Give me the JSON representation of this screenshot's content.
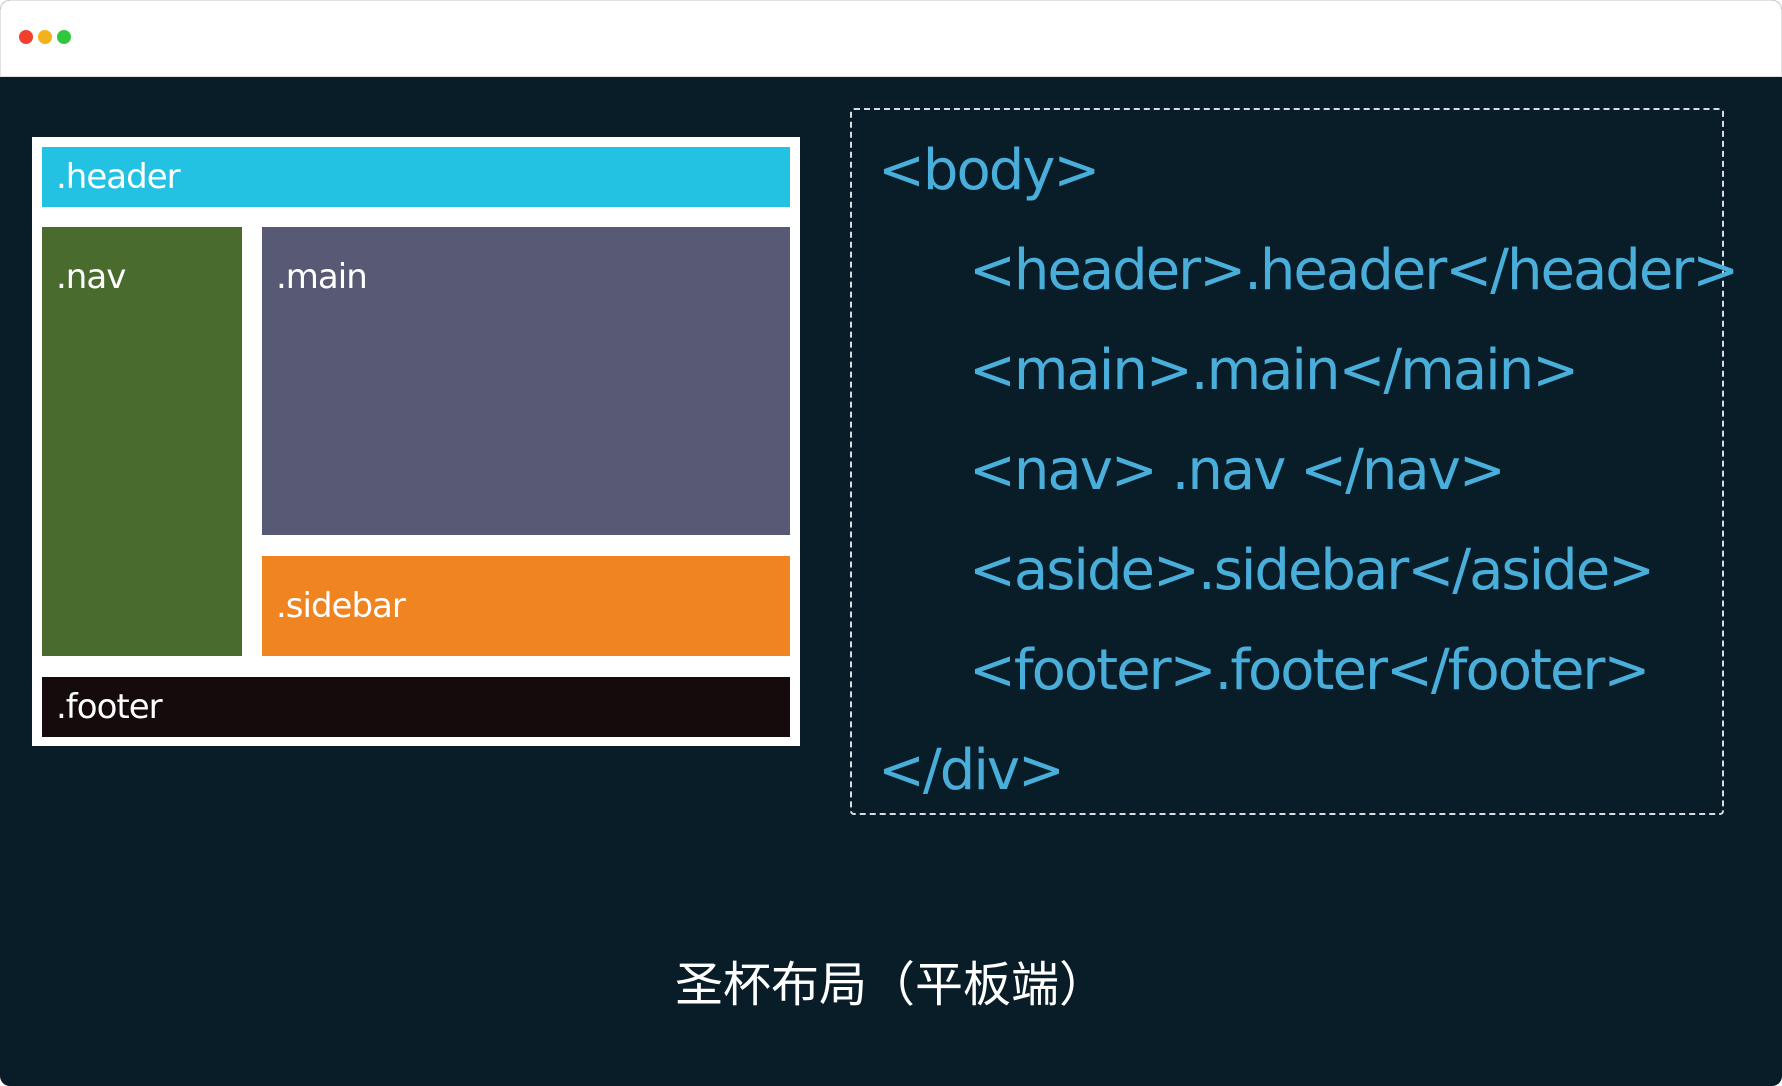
{
  "colors": {
    "background": "#081d28",
    "header": "#24c2e2",
    "nav": "#4a6b2e",
    "main": "#585a75",
    "sidebar": "#f08420",
    "footer": "#150b0d",
    "code": "#4aaedb",
    "dot_red": "#f0402e",
    "dot_yellow": "#f2b21c",
    "dot_green": "#2fc740"
  },
  "layout": {
    "header": ".header",
    "nav": ".nav",
    "main": ".main",
    "sidebar": ".sidebar",
    "footer": ".footer"
  },
  "code": {
    "lines": [
      {
        "text": "<body>",
        "indent": 0
      },
      {
        "text": "<header>.header</header>",
        "indent": 1
      },
      {
        "text": "<main>.main</main>",
        "indent": 1
      },
      {
        "text": "<nav> .nav </nav>",
        "indent": 1
      },
      {
        "text": "<aside>.sidebar</aside>",
        "indent": 1
      },
      {
        "text": "<footer>.footer</footer>",
        "indent": 1
      },
      {
        "text": "</div>",
        "indent": 0
      }
    ]
  },
  "caption": "圣杯布局（平板端）"
}
